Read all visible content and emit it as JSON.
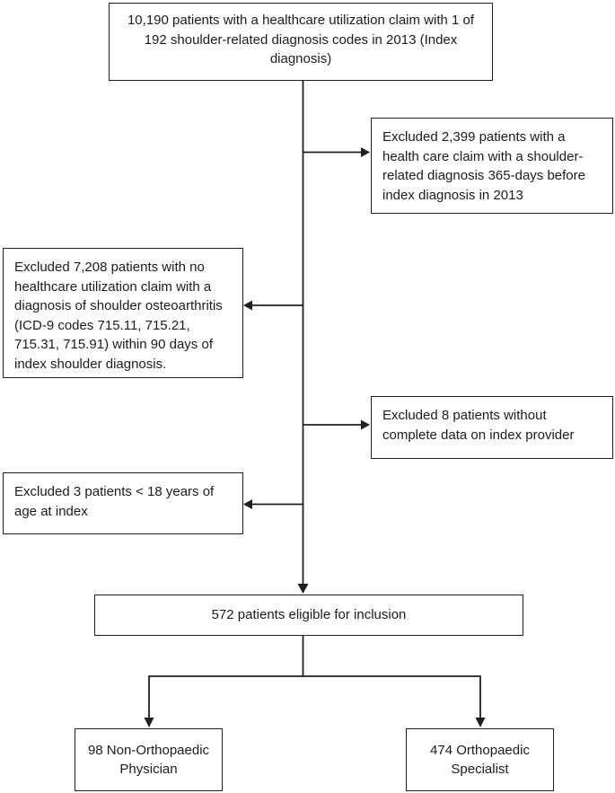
{
  "flowchart": {
    "type": "patient-selection-flow-diagram",
    "boxes": {
      "index": {
        "text": "10,190 patients with a healthcare utilization claim with 1 of 192 shoulder-related diagnosis codes in 2013 (Index diagnosis)"
      },
      "excluded_prior_claim": {
        "text": "Excluded 2,399 patients with a health care claim with a shoulder-related diagnosis 365-days before index diagnosis in 2013"
      },
      "excluded_no_osteoarthritis": {
        "text": "Excluded 7,208 patients with no healthcare utilization claim with a diagnosis of shoulder osteoarthritis (ICD-9 codes 715.11, 715.21, 715.31, 715.91) within 90 days of index shoulder diagnosis."
      },
      "excluded_incomplete_provider": {
        "text": "Excluded 8 patients without complete data on index provider"
      },
      "excluded_age": {
        "text": "Excluded 3 patients < 18 years of age at index"
      },
      "eligible": {
        "text": "572 patients eligible for inclusion"
      },
      "non_orthopaedic": {
        "text": "98 Non-Orthopaedic Physician"
      },
      "orthopaedic": {
        "text": "474 Orthopaedic Specialist"
      }
    },
    "counts": {
      "index_patients": "10,190",
      "excluded_prior_claim": "2,399",
      "excluded_no_osteoarthritis": "7,208",
      "excluded_incomplete_provider": "8",
      "excluded_age": "3",
      "eligible": "572",
      "non_orthopaedic": "98",
      "orthopaedic": "474"
    },
    "colors": {
      "line": "#1f1f1f",
      "box_border": "#1f1f1f",
      "box_fill": "#ffffff",
      "text": "#1c1c1c",
      "background": "#ffffff"
    }
  }
}
